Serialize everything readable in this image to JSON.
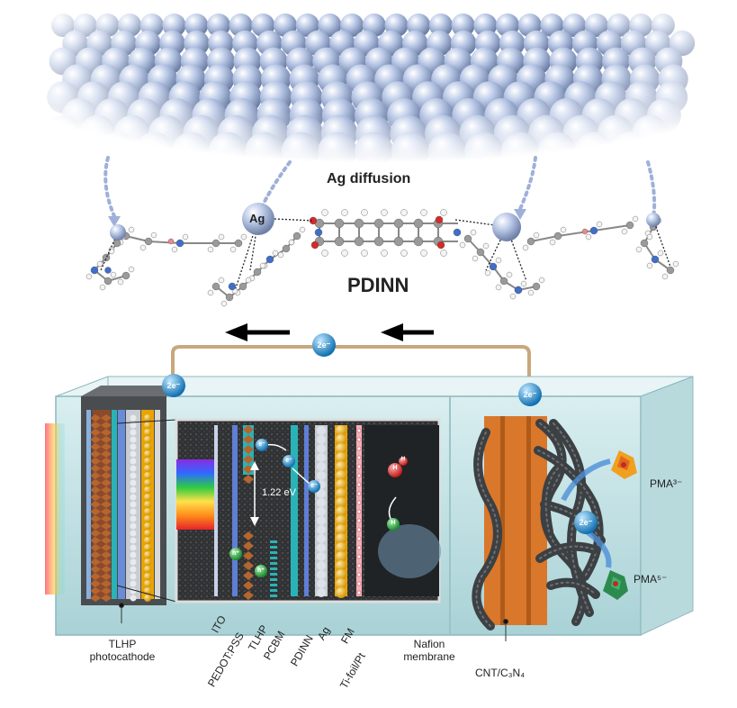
{
  "top": {
    "diffusion_label": "Ag diffusion",
    "ag_atom_label": "Ag",
    "molecule_label": "PDINN"
  },
  "circuit": {
    "electron_label": "2e⁻"
  },
  "cell": {
    "energy_gap": "1.22 eV",
    "small_labels": {
      "electron": "e⁻",
      "hole": "h⁺",
      "water_h": "H"
    },
    "layers": [
      "ITO",
      "PEDOT:PSS",
      "TLHP",
      "PCBM",
      "PDINN",
      "Ag",
      "FM",
      "Ti-foil/Pt"
    ],
    "photocathode_label": "TLHP photocathode",
    "membrane_label": "Nafion membrane",
    "anode_label": "CNT/C₃N₄",
    "pma_oxidized": "PMA³⁻",
    "pma_reduced": "PMA⁵⁻"
  },
  "colors": {
    "ag_sphere": "#b9c8e6",
    "glass": "#cfe6ea",
    "anode": "#d9772b",
    "electron": "#1e88c7",
    "rail": "#c9a77d"
  }
}
